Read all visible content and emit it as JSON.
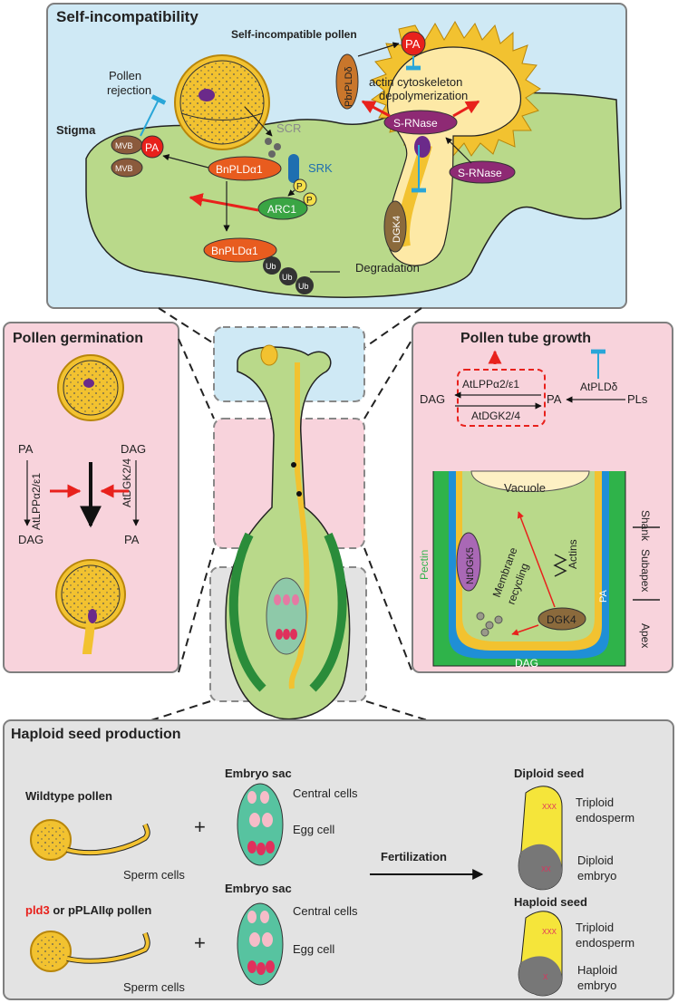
{
  "self_incompatibility": {
    "title": "Self-incompatibility",
    "pollen_label": "Self-incompatible pollen",
    "pollen_rejection_line1": "Pollen",
    "pollen_rejection_line2": "rejection",
    "stigma": "Stigma",
    "scr": "SCR",
    "srk": "SRK",
    "p": "P",
    "mvb": "MVB",
    "pa": "PA",
    "bnplda1": "BnPLDα1",
    "arc1": "ARC1",
    "ub": "Ub",
    "degradation": "Degradation",
    "pbrpld": "PbrPLDδ",
    "actin_line1": "actin cytoskeleton",
    "actin_line2": "depolymerization",
    "srnase": "S-RNase",
    "dgk4": "DGK4"
  },
  "pollen_germination": {
    "title": "Pollen germination",
    "pa": "PA",
    "dag": "DAG",
    "atlpp": "AtLPPα2/ε1",
    "atdgk": "AtDGK2/4"
  },
  "pollen_tube_growth": {
    "title": "Pollen tube growth",
    "dag": "DAG",
    "pa": "PA",
    "pls": "PLs",
    "atlpp": "AtLPPα2/ε1",
    "atdgk": "AtDGK2/4",
    "atpld": "AtPLDδ",
    "vacuole": "Vacuole",
    "shank": "Shank",
    "subapex": "Subapex",
    "apex": "Apex",
    "pectin": "Pectin",
    "ntdgk5": "NtDGK5",
    "membrane": "Membrane",
    "recycling": "recycling",
    "actins": "Actins",
    "dgk4": "DGK4",
    "pa_wall": "PA",
    "dag_wall": "DAG"
  },
  "haploid": {
    "title": "Haploid seed production",
    "wildtype_pollen": "Wildtype pollen",
    "mutant_pld3": "pld3",
    "mutant_rest": " or pPLAIIφ pollen",
    "sperm_cells": "Sperm cells",
    "plus": "+",
    "embryo_sac": "Embryo sac",
    "central_cells": "Central cells",
    "egg_cell": "Egg cell",
    "fertilization": "Fertilization",
    "diploid_seed": "Diploid seed",
    "haploid_seed": "Haploid seed",
    "triploid": "Triploid",
    "endosperm": "endosperm",
    "diploid": "Diploid",
    "haploid_word": "Haploid",
    "embryo": "embryo"
  },
  "colors": {
    "blue_panel": "#cfe9f5",
    "pink_panel": "#f8d3dc",
    "grey_panel": "#e3e3e3",
    "stigma_green": "#b9d98a",
    "pollen_yellow": "#f2c230",
    "red_arrow": "#e8211c",
    "inhibit_blue": "#29a6d8"
  }
}
